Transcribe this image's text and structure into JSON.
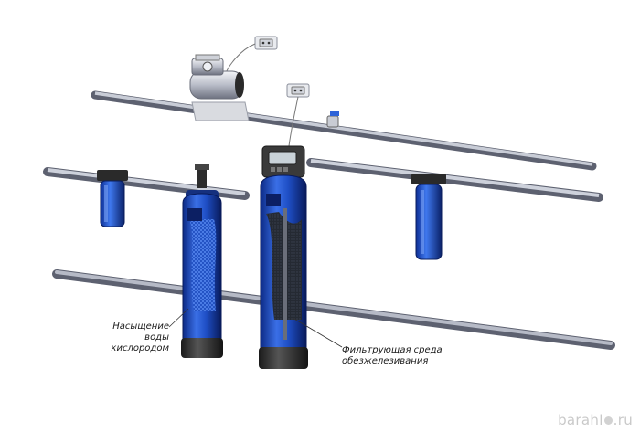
{
  "labels": {
    "aeration_line1": "Насыщение воды",
    "aeration_line2": "кислородом",
    "filter_line1": "Фильтрующая среда",
    "filter_line2": "обезжелезивания"
  },
  "watermark": {
    "text_left": "barahl",
    "text_right": ".ru"
  },
  "colors": {
    "pipe_dark": "#6e7280",
    "pipe_light": "#d7dae4",
    "vessel_blue": "#2353c8",
    "vessel_dark": "#0b2270",
    "vessel_base": "#2b2b2b"
  },
  "icons": [
    "power-outlet-icon",
    "air-compressor-icon",
    "control-valve-head-icon",
    "ball-valve-icon",
    "filter-housing-icon"
  ]
}
